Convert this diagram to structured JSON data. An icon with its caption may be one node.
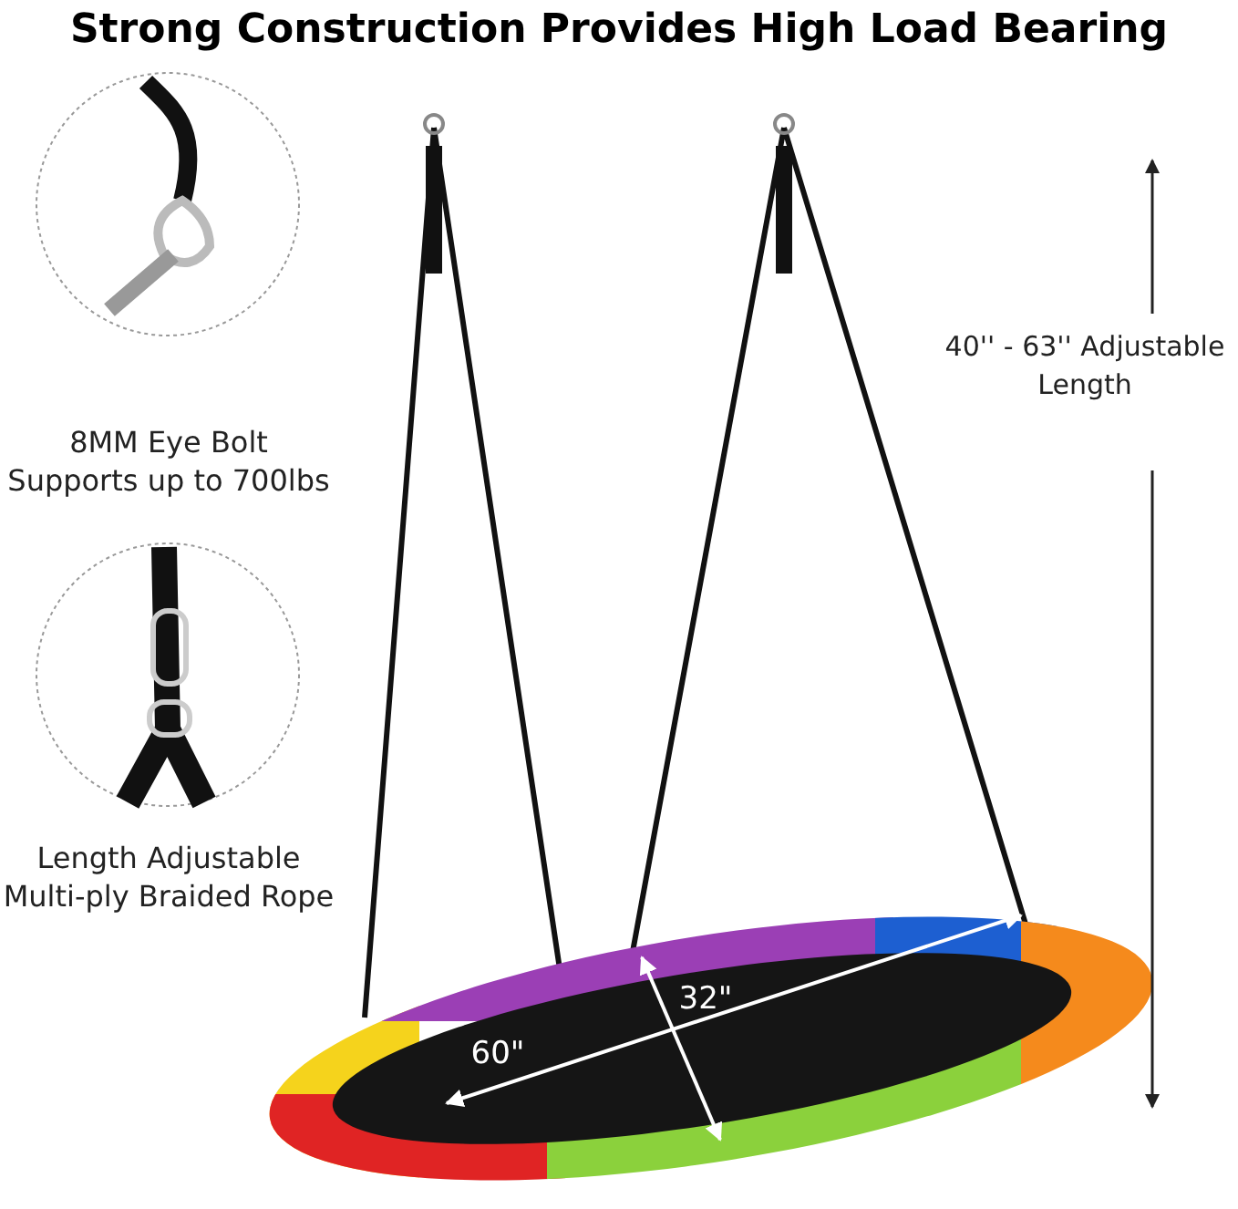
{
  "diagram": {
    "title": "Strong Construction Provides High Load Bearing",
    "labels": [
      "40'' - 63'' Adjustable Length",
      "8MM Eye Bolt Supports up to 700lbs",
      "Length Adjustable Multi-ply Braided Rope",
      "60\"",
      "32\""
    ]
  }
}
